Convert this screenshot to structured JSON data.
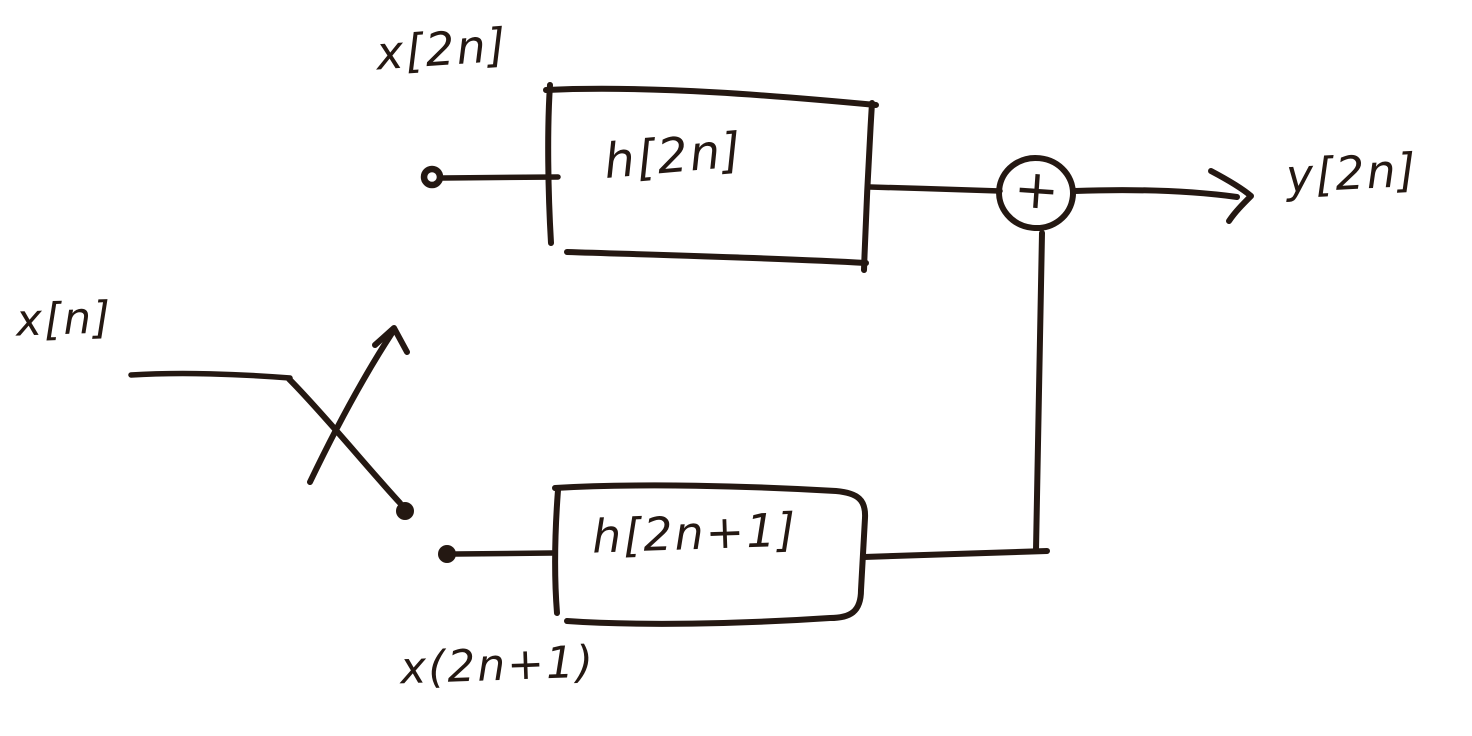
{
  "colors": {
    "background": "#ffffff",
    "ink": "#241812"
  },
  "labels": {
    "input_signal": "x[n]",
    "upper_branch_signal": "x[2n]",
    "lower_branch_signal": "x(2n+1)",
    "upper_filter": "h[2n]",
    "lower_filter": "h[2n+1]",
    "adder_symbol": "+",
    "output_signal": "y[2n]"
  }
}
